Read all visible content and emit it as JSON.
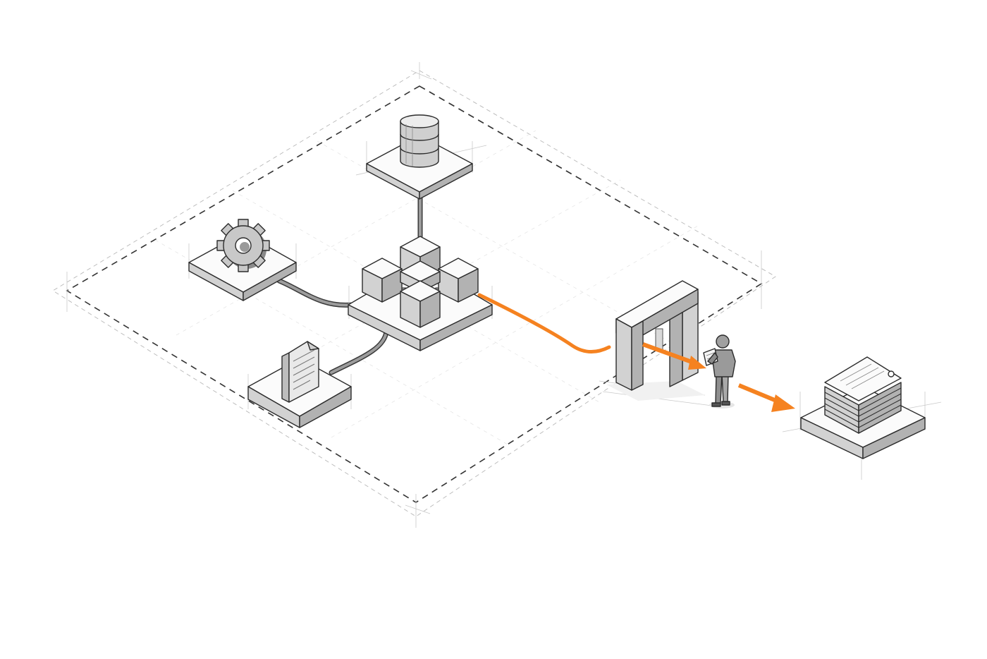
{
  "colors": {
    "background": "#ffffff",
    "ink": "#2c2c2c",
    "accent": "#f58220"
  },
  "diagram": {
    "nodes": [
      {
        "id": "database",
        "icon": "database-icon"
      },
      {
        "id": "settings",
        "icon": "gear-icon"
      },
      {
        "id": "document",
        "icon": "document-icon"
      },
      {
        "id": "hub",
        "icon": "cube-cluster-icon"
      },
      {
        "id": "gateway",
        "icon": "gateway-arch-icon"
      },
      {
        "id": "reviewer",
        "icon": "person-with-clipboard-icon"
      },
      {
        "id": "output",
        "icon": "document-stack-icon"
      }
    ],
    "connections": [
      {
        "from": "database",
        "to": "hub",
        "style": "pipe"
      },
      {
        "from": "settings",
        "to": "hub",
        "style": "pipe"
      },
      {
        "from": "document",
        "to": "hub",
        "style": "pipe"
      },
      {
        "from": "hub",
        "to": "gateway",
        "style": "accent-line"
      },
      {
        "from": "gateway",
        "to": "reviewer",
        "style": "accent-arrow"
      },
      {
        "from": "reviewer",
        "to": "output",
        "style": "accent-arrow"
      }
    ],
    "boundary": "dashed-region"
  }
}
